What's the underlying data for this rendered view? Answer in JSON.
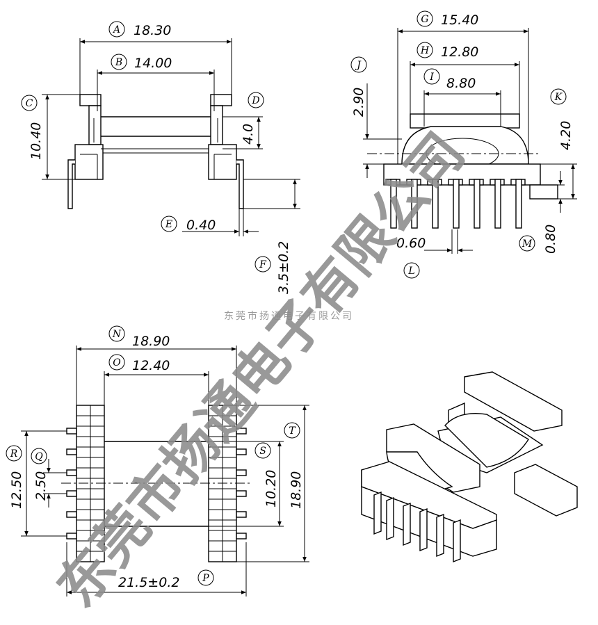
{
  "labels": {
    "A": "A",
    "B": "B",
    "C": "C",
    "D": "D",
    "E": "E",
    "F": "F",
    "G": "G",
    "H": "H",
    "I": "I",
    "J": "J",
    "K": "K",
    "L": "L",
    "M": "M",
    "N": "N",
    "O": "O",
    "P": "P",
    "Q": "Q",
    "R": "R",
    "S": "S",
    "T": "T"
  },
  "dimensions": {
    "A": "18.30",
    "B": "14.00",
    "C": "10.40",
    "D": "4.0",
    "E": "0.40",
    "F": "3.5±0.2",
    "G": "15.40",
    "H": "12.80",
    "I": "8.80",
    "J": "2.90",
    "K": "4.20",
    "L": "0.60",
    "M": "0.80",
    "N": "18.90",
    "O": "12.40",
    "P": "21.5±0.2",
    "Q": "2.50",
    "R": "12.50",
    "S": "10.20",
    "T": "18.90"
  },
  "watermark": {
    "large": "东莞市扬通电子有限公司",
    "small": "东莞市扬通电子有限公司"
  }
}
